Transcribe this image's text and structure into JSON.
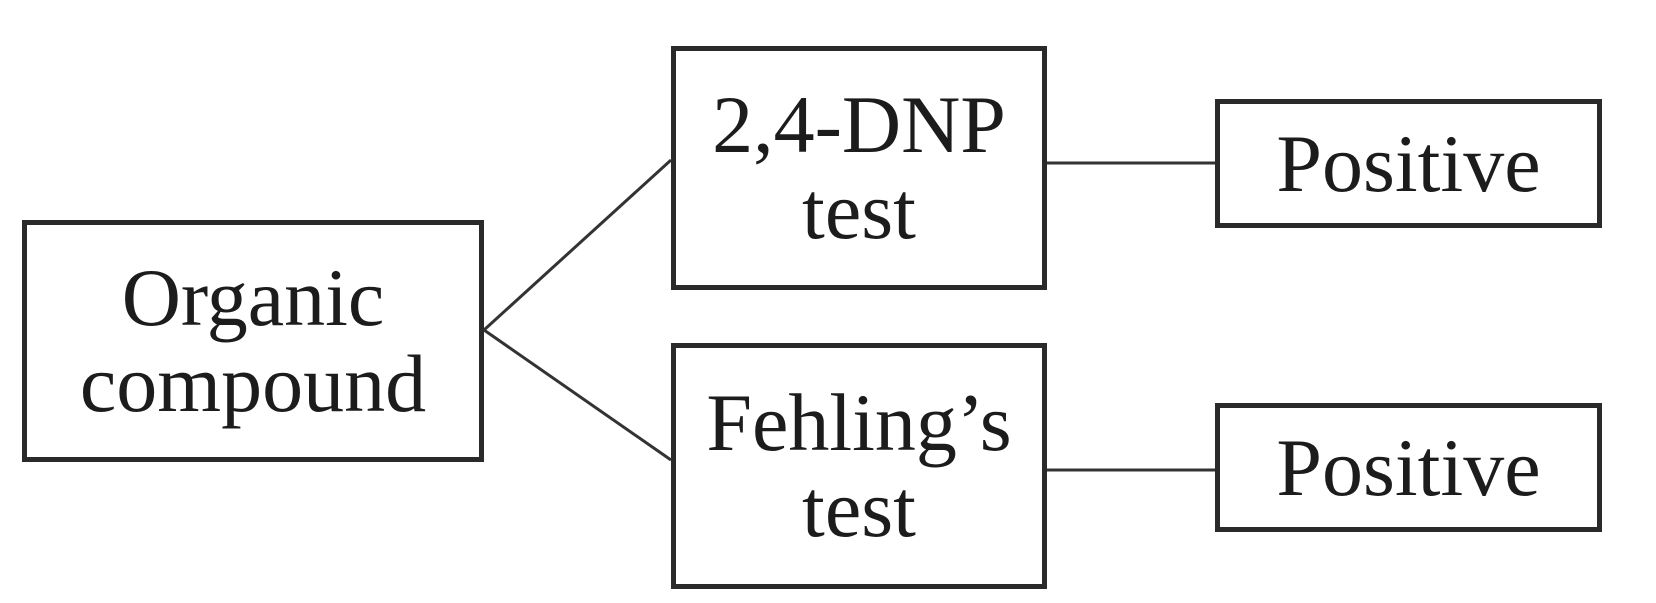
{
  "diagram": {
    "root": {
      "line1": "Organic",
      "line2": "compound"
    },
    "tests": [
      {
        "line1": "2,4-DNP",
        "line2": "test",
        "result": "Positive"
      },
      {
        "line1": "Fehling’s",
        "line2": "test",
        "result": "Positive"
      }
    ]
  },
  "colors": {
    "stroke": "#2a2a2a",
    "text": "#1c1c1c",
    "background": "#ffffff"
  }
}
